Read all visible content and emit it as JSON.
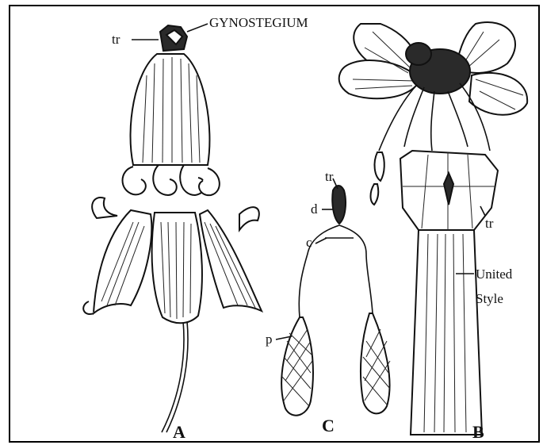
{
  "labels": {
    "gynostegium": "GYNOSTEGIUM",
    "tr_a": "tr",
    "tr_c": "tr",
    "d": "d",
    "c": "c",
    "p": "p",
    "tr_b": "tr",
    "united_line1": "United",
    "united_line2": "Style",
    "fig_a": "A",
    "fig_c": "C",
    "fig_b": "B"
  }
}
